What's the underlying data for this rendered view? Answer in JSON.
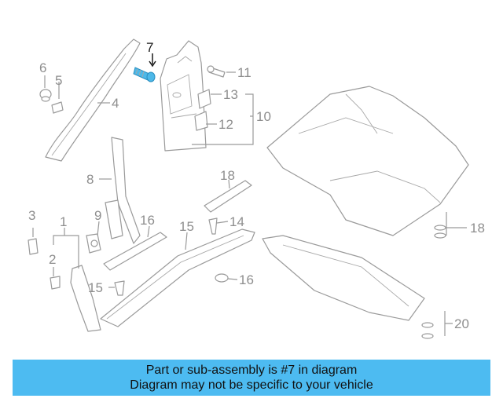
{
  "diagram": {
    "callouts": [
      "1",
      "2",
      "3",
      "4",
      "5",
      "6",
      "7",
      "8",
      "9",
      "10",
      "11",
      "12",
      "13",
      "14",
      "15",
      "15",
      "16",
      "17",
      "18",
      "19",
      "20"
    ],
    "highlighted_part": "7",
    "highlight_color": "#4db8e8",
    "banner_color": "#4dbbf1"
  },
  "banner": {
    "line1": "Part or sub-assembly is #7 in diagram",
    "line2": "Diagram may not be specific to your vehicle"
  }
}
